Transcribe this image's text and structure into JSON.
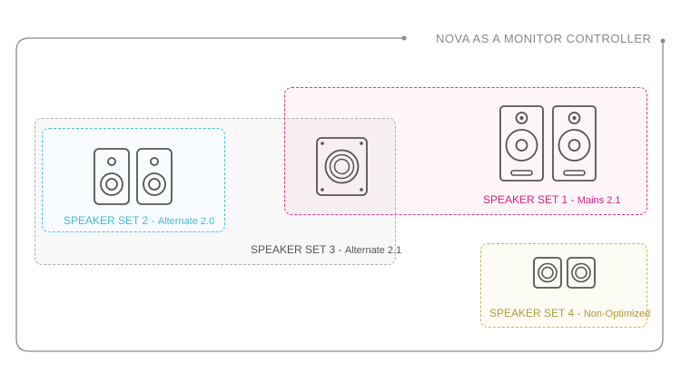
{
  "title": "NOVA AS A MONITOR CONTROLLER",
  "colors": {
    "frame": "#8a8a8a",
    "set1": "#e0338a",
    "set2": "#42c2e0",
    "set3": "#b3b3b3",
    "set4": "#c9b45e",
    "speaker_stroke": "#555555"
  },
  "speaker_sets": [
    {
      "name": "SPEAKER SET 1",
      "sep": " - ",
      "desc": "Mains 2.1"
    },
    {
      "name": "SPEAKER SET 2",
      "sep": " - ",
      "desc": "Alternate 2.0"
    },
    {
      "name": "SPEAKER SET 3",
      "sep": " - ",
      "desc": "Alternate 2.1"
    },
    {
      "name": "SPEAKER SET 4",
      "sep": " - ",
      "desc": "Non-Optimized"
    }
  ],
  "icons": {
    "bookshelf": "bookshelf-speaker-icon",
    "floor": "floorstanding-speaker-icon",
    "sub": "subwoofer-icon",
    "mini": "mini-speaker-icon"
  }
}
